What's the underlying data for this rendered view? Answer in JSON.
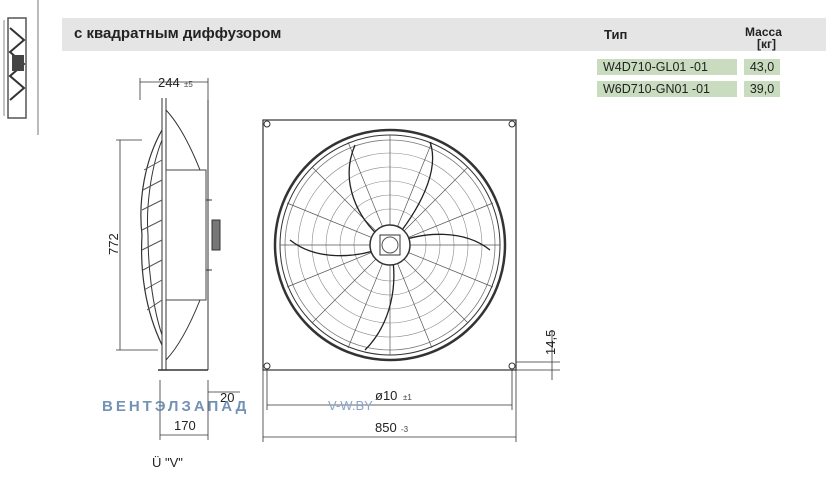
{
  "header": {
    "title": "с квадратным диффузором",
    "col_type": "Тип",
    "col_mass": "Масса",
    "col_mass_unit": "[кг]"
  },
  "models": [
    {
      "type": "W4D710-GL01 -01",
      "mass": "43,0"
    },
    {
      "type": "W6D710-GN01 -01",
      "mass": "39,0"
    }
  ],
  "dimensions": {
    "depth": "244",
    "depth_tol": "±5",
    "height": "772",
    "bottom_offset": "20",
    "base": "170",
    "hole_dia": "ø10",
    "hole_tol": "±1",
    "width": "850",
    "width_tol": "-3",
    "hole_offset": "14,5"
  },
  "watermark": {
    "brand": "ВЕНТЭЛЗАПАД",
    "site": "V-W.BY"
  },
  "view_label": "Ü \"V\"",
  "colors": {
    "header_bg": "#e5e5e5",
    "row_bg": "#c9dcc0",
    "watermark": "#5b7fa8"
  }
}
